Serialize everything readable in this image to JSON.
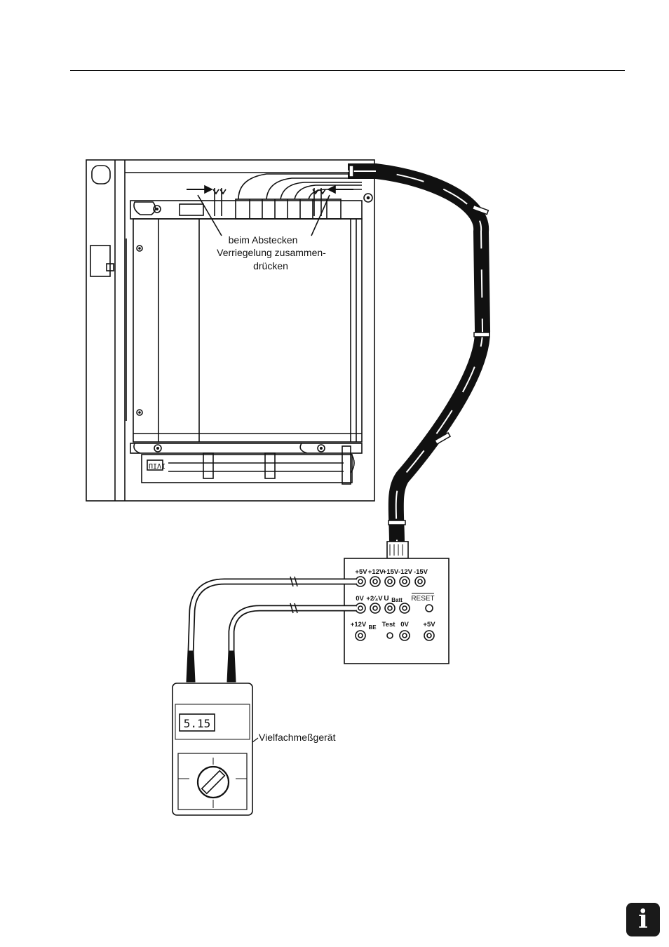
{
  "annotation": {
    "line1": "beim Abstecken",
    "line2": "Verriegelung zusammen-",
    "line3": "drücken"
  },
  "meter": {
    "display_value": "5.15",
    "label": "Vielfachmeßgerät"
  },
  "test_adapter": {
    "row1": [
      "+5V",
      "+12V",
      "+15V",
      "-12V",
      "-15V"
    ],
    "row2": {
      "zero": "0V",
      "plus_u": "+2⁄₄V",
      "ubatt_u": "U",
      "ubatt_sub": "Batt",
      "reset": "RESET"
    },
    "row3": {
      "plus12": "+12V",
      "plus12_sub": "BE",
      "test": "Test",
      "zero": "0V",
      "plus5": "+5V"
    }
  },
  "device_tag": "ΠΙΛΙ",
  "info_icon": {
    "name": "info-icon",
    "glyph": "i"
  }
}
